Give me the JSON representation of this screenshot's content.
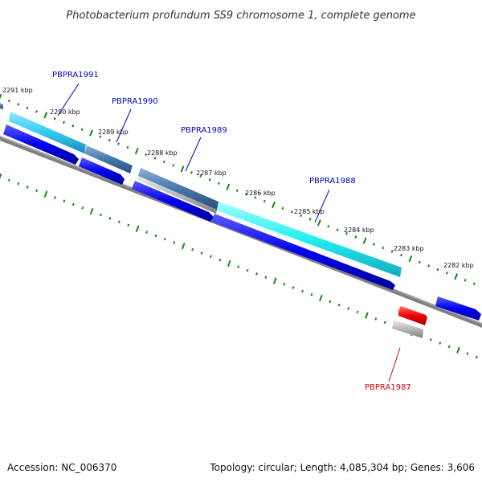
{
  "title": "Photobacterium profundum SS9 chromosome 1, complete genome",
  "ticks": [
    "2291 kbp",
    "2290 kbp",
    "2289 kbp",
    "2288 kbp",
    "2287 kbp",
    "2286 kbp",
    "2285 kbp",
    "2284 kbp",
    "2283 kbp",
    "2282 kbp"
  ],
  "genes": [
    {
      "name": "PBPRA1991",
      "color": "#0000cc"
    },
    {
      "name": "PBPRA1990",
      "color": "#0000cc"
    },
    {
      "name": "PBPRA1989",
      "color": "#0000cc"
    },
    {
      "name": "PBPRA1988",
      "color": "#0000cc"
    },
    {
      "name": "PBPRA1987",
      "color": "#cc0000"
    }
  ],
  "colors": {
    "cds_forward": "#0000ee",
    "gene_cyan": "#33ccee",
    "gene_steel": "#4477aa",
    "gene_aqua": "#22e6ee",
    "gene_gray": "#b0b0b0",
    "cds_reverse_red": "#ee0000",
    "backbone": "#808080",
    "ticks": "#118811"
  },
  "footer": {
    "accession": "Accession: NC_006370",
    "summary": "Topology: circular; Length: 4,085,304 bp; Genes: 3,606"
  }
}
